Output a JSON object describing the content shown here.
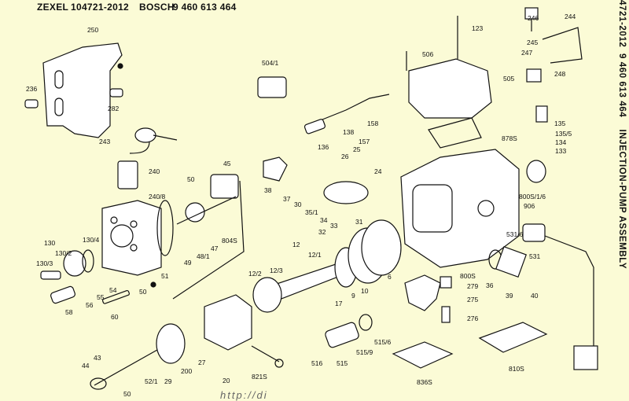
{
  "header": {
    "brand1": "ZEXEL",
    "part1": "104721-2012",
    "brand2": "BOSCH",
    "part2": "9 460 613 464"
  },
  "side_title": "4721-2012  9 460 613 464    INJECTION-PUMP ASSEMBLY",
  "watermark": "http://di",
  "labels": [
    "250",
    "236",
    "282",
    "504/1",
    "243",
    "240",
    "240/8",
    "45",
    "50",
    "38",
    "37",
    "30",
    "35/1",
    "34",
    "33",
    "32",
    "31",
    "26",
    "25",
    "24",
    "123",
    "506",
    "505",
    "136",
    "157",
    "138",
    "158",
    "246",
    "244",
    "245",
    "247",
    "248",
    "135",
    "135/5",
    "134",
    "133",
    "878S",
    "800S/1/6",
    "906",
    "531/6",
    "531",
    "36",
    "39",
    "40",
    "800S",
    "279",
    "275",
    "276",
    "810S",
    "836S",
    "515/6",
    "515/9",
    "515",
    "516",
    "6",
    "10",
    "9",
    "17",
    "12/1",
    "12",
    "12/3",
    "12/2",
    "130",
    "130/4",
    "130/2",
    "130/3",
    "58",
    "56",
    "55",
    "54",
    "50",
    "51",
    "60",
    "49",
    "48/1",
    "47",
    "804S",
    "44",
    "43",
    "50",
    "52/1",
    "29",
    "200",
    "27",
    "20",
    "821S"
  ]
}
